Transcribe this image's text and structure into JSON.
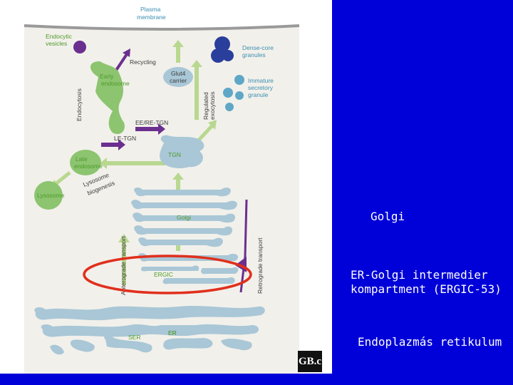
{
  "diagram": {
    "labels": {
      "plasma_membrane": [
        "Plasma",
        "membrane"
      ],
      "endocytic_vesicles": [
        "Endocytic",
        "vesicles"
      ],
      "recycling": "Recycling",
      "glut4_carrier": [
        "Glut4",
        "carrier"
      ],
      "dense_core_granules": [
        "Dense-core",
        "granules"
      ],
      "immature_secretory_granules": [
        "Immature",
        "secretory",
        "granule"
      ],
      "early_endosome": [
        "Early",
        "endosome"
      ],
      "endocytosis": "Endocytosis",
      "regulated_exocytosis": [
        "Regulated",
        "exocytosis"
      ],
      "ee_re_tgn": "EE/RE-TGN",
      "le_tgn": "LE-TGN",
      "tgn": "TGN",
      "late_endosome": [
        "Late",
        "endosome"
      ],
      "lysosome_biogenesis": [
        "Lysosome",
        "biogenesis"
      ],
      "lysosome": "Lysosome",
      "golgi": "Golgi",
      "anterograde_transport": "Anterograde transport",
      "retrograde_transport": "Retrograde transport",
      "ergic": "ERGIC",
      "ser": "SER",
      "er": "ER"
    },
    "logo": "GB.c",
    "colors": {
      "organelle_blue": "#a9c7d6",
      "organelle_green": "#8cc46f",
      "arrow_green": "#b8d890",
      "arrow_purple": "#6b2f8f",
      "highlight_red": "#e0301c",
      "background_blue": "#0000d8"
    }
  },
  "annotations": {
    "golgi": "Golgi",
    "ergic": "ER-Golgi intermedier\nkompartment (ERGIC-53)",
    "er": "Endoplazmás retikulum"
  }
}
